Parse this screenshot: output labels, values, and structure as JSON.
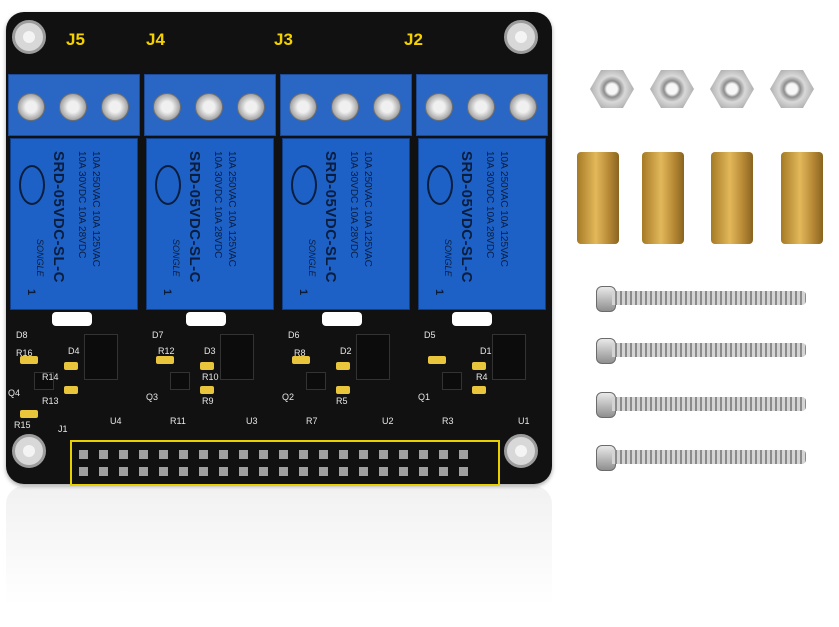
{
  "image": {
    "subject": "4-channel relay HAT board with mounting hardware",
    "colors": {
      "board": "#111111",
      "relay": "#1d61c6",
      "silkscreen": "#f5d100",
      "brass": "#d4a544"
    }
  },
  "board": {
    "jumper_labels": [
      "J5",
      "J4",
      "J3",
      "J2"
    ],
    "relays": [
      {
        "model": "SRD-05VDC-SL-C",
        "rating_ac": "10A 250VAC 10A 125VAC",
        "rating_dc": "10A 30VDC 10A 28VDC",
        "brand": "SONGLE",
        "num": "1"
      },
      {
        "model": "SRD-05VDC-SL-C",
        "rating_ac": "10A 250VAC 10A 125VAC",
        "rating_dc": "10A 30VDC 10A 28VDC",
        "brand": "SONGLE",
        "num": "1"
      },
      {
        "model": "SRD-05VDC-SL-C",
        "rating_ac": "10A 250VAC 10A 125VAC",
        "rating_dc": "10A 30VDC 10A 28VDC",
        "brand": "SONGLE",
        "num": "1"
      },
      {
        "model": "SRD-05VDC-SL-C",
        "rating_ac": "10A 250VAC 10A 125VAC",
        "rating_dc": "10A 30VDC 10A 28VDC",
        "brand": "SONGLE",
        "num": "1"
      }
    ],
    "silk": [
      "D8",
      "D4",
      "R16",
      "R14",
      "Q4",
      "R13",
      "R15",
      "J1",
      "U4",
      "D7",
      "R12",
      "D3",
      "R10",
      "Q3",
      "R9",
      "R11",
      "U3",
      "D6",
      "D2",
      "R8",
      "Q2",
      "R5",
      "R7",
      "U2",
      "D5",
      "D1",
      "R4",
      "Q1",
      "R3",
      "U1"
    ]
  },
  "hardware": {
    "nut_count": 4,
    "standoff_count": 4,
    "screw_count": 4
  }
}
